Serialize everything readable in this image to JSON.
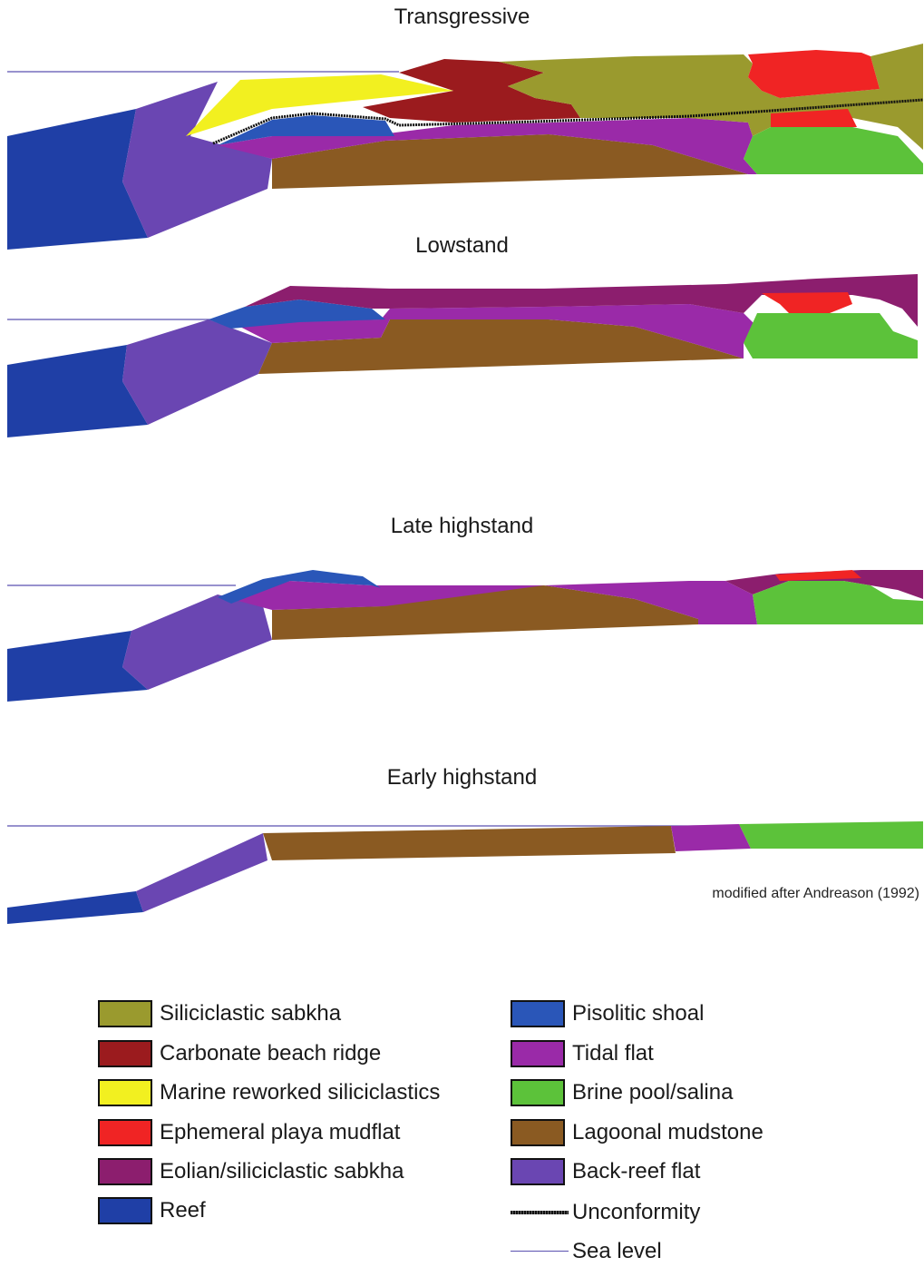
{
  "titles": {
    "transgressive": "Transgressive",
    "lowstand": "Lowstand",
    "late_highstand": "Late highstand",
    "early_highstand": "Early highstand"
  },
  "credit": "modified after Andreason (1992)",
  "colors": {
    "siliciclastic_sabkha": "#9a9a2e",
    "carbonate_beach_ridge": "#9b1b1e",
    "marine_reworked": "#f2f020",
    "ephemeral_playa": "#f02424",
    "eolian_sabkha": "#8c1e6e",
    "reef": "#1f3fa6",
    "pisolitic_shoal": "#2a56b8",
    "tidal_flat": "#9a2aa8",
    "brine_pool": "#5cc23a",
    "lagoonal_mudstone": "#8a5a22",
    "back_reef_flat": "#6a46b2",
    "sea_level": "#5a52b0"
  },
  "legend": {
    "left": [
      {
        "label": "Siliciclastic sabkha",
        "color": "#9a9a2e"
      },
      {
        "label": "Carbonate beach ridge",
        "color": "#9b1b1e"
      },
      {
        "label": "Marine reworked siliciclastics",
        "color": "#f2f020"
      },
      {
        "label": "Ephemeral playa mudflat",
        "color": "#f02424"
      },
      {
        "label": "Eolian/siliciclastic sabkha",
        "color": "#8c1e6e"
      },
      {
        "label": "Reef",
        "color": "#1f3fa6"
      }
    ],
    "right": [
      {
        "label": "Pisolitic shoal",
        "color": "#2a56b8"
      },
      {
        "label": "Tidal flat",
        "color": "#9a2aa8"
      },
      {
        "label": "Brine pool/salina",
        "color": "#5cc23a"
      },
      {
        "label": "Lagoonal mudstone",
        "color": "#8a5a22"
      },
      {
        "label": "Back-reef flat",
        "color": "#6a46b2"
      },
      {
        "label": "Unconformity",
        "type": "unconformity"
      },
      {
        "label": "Sea level",
        "type": "sea-level"
      }
    ]
  }
}
